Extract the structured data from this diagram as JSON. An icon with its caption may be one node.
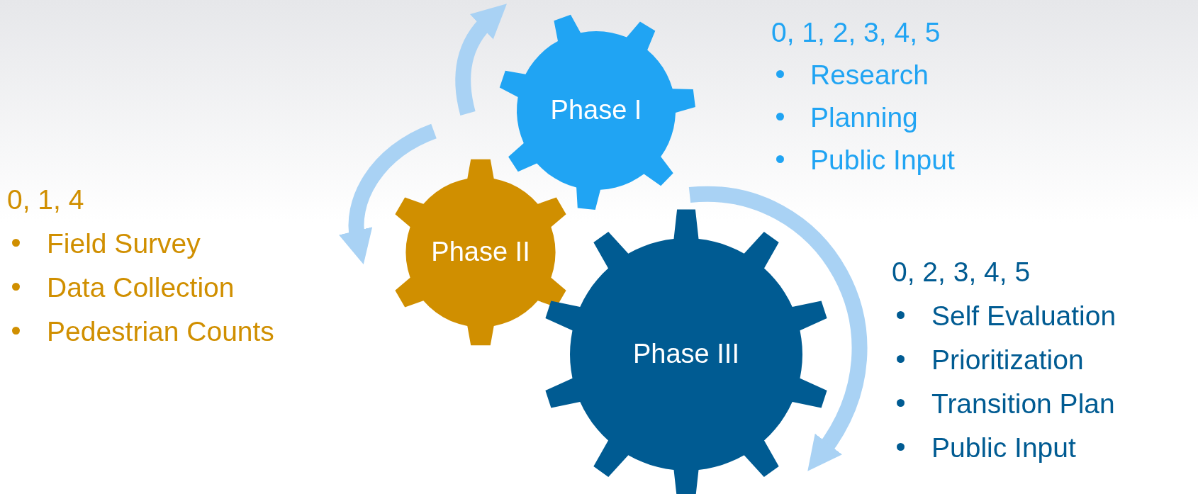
{
  "diagram": {
    "nodes": [
      {
        "text": [
          "Phase I"
        ],
        "beside": [
          "0, 1, 2, 3, 4, 5",
          "Research",
          "Planning",
          "Public Input"
        ]
      },
      {
        "text": [
          "Phase II"
        ],
        "beside": [
          "0, 1, 4",
          "Field Survey",
          "Data Collection",
          "Pedestrian Counts"
        ]
      },
      {
        "text": [
          "Phase III"
        ],
        "beside": [
          "0, 2, 3, 4, 5",
          "Self Evaluation",
          "Prioritization",
          "Transition Plan",
          "Public Input"
        ]
      }
    ]
  }
}
